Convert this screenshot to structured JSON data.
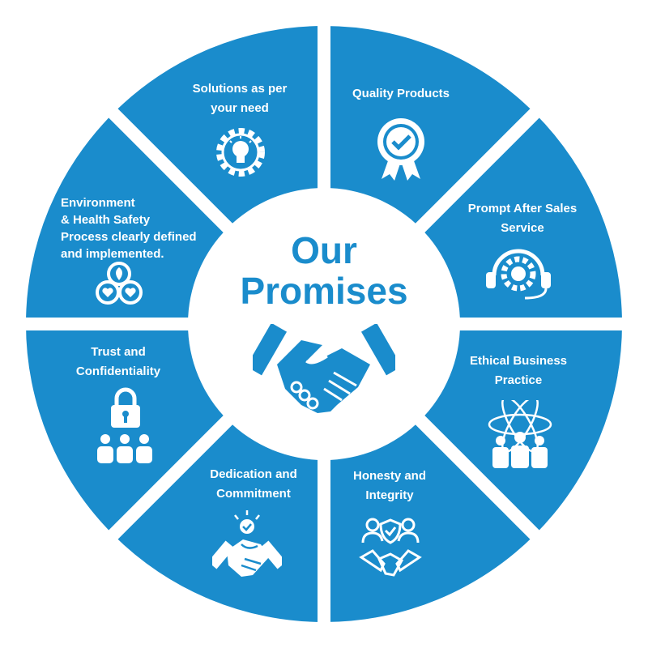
{
  "title": {
    "line1": "Our",
    "line2": "Promises"
  },
  "colors": {
    "brand": "#1a8ccc",
    "background": "#ffffff"
  },
  "segments": [
    {
      "id": "quality",
      "lines": [
        "Quality Products"
      ],
      "icon": "award-badge-icon"
    },
    {
      "id": "after-sales",
      "lines": [
        "Prompt After Sales",
        "Service"
      ],
      "icon": "headset-gear-icon"
    },
    {
      "id": "ethical",
      "lines": [
        "Ethical Business",
        "Practice"
      ],
      "icon": "team-atom-icon"
    },
    {
      "id": "honesty",
      "lines": [
        "Honesty and",
        "Integrity"
      ],
      "icon": "handshake-shield-icon"
    },
    {
      "id": "dedication",
      "lines": [
        "Dedication and",
        "Commitment"
      ],
      "icon": "handshake-check-icon"
    },
    {
      "id": "trust",
      "lines": [
        "Trust and",
        "Confidentiality"
      ],
      "icon": "lock-people-icon"
    },
    {
      "id": "environment",
      "lines": [
        "Environment",
        "& Health Safety",
        "Process clearly defined",
        "and implemented."
      ],
      "icon": "eco-health-icon"
    },
    {
      "id": "solutions",
      "lines": [
        "Solutions as per",
        "your need"
      ],
      "icon": "lightbulb-gear-icon"
    }
  ]
}
